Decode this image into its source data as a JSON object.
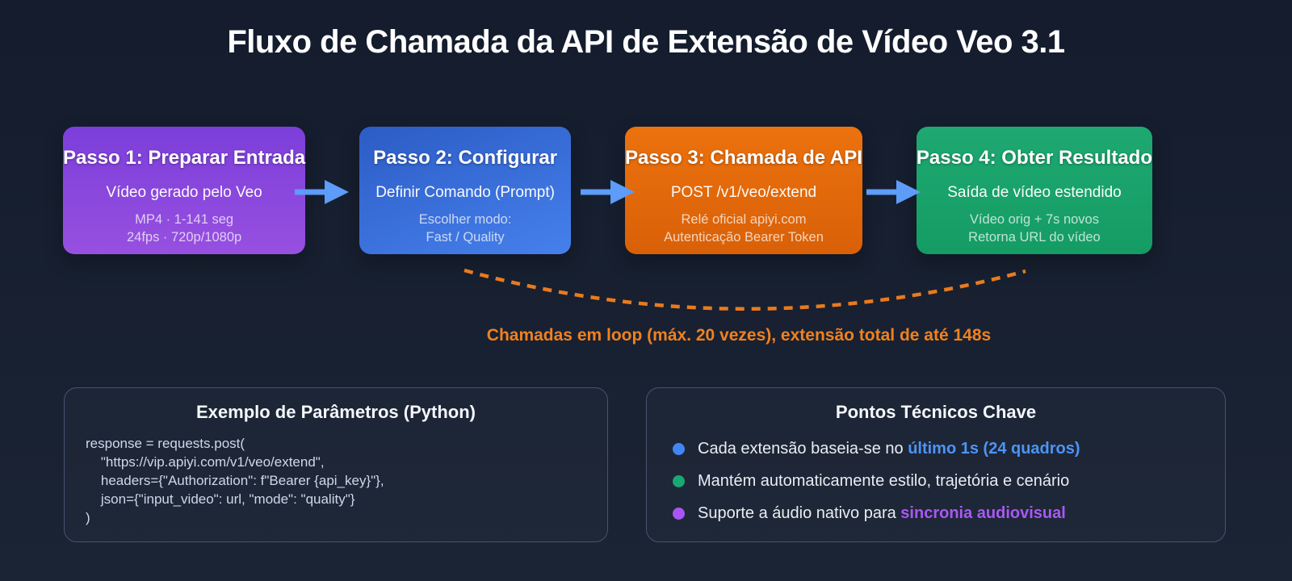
{
  "title": "Fluxo de Chamada da API de Extensão de Vídeo Veo 3.1",
  "flow": {
    "steps": [
      {
        "title": "Passo 1: Preparar Entrada",
        "subtitle": "Vídeo gerado pelo Veo",
        "details": [
          "MP4 · 1-141 seg",
          "24fps · 720p/1080p"
        ],
        "color": "#8b46db"
      },
      {
        "title": "Passo 2: Configurar",
        "subtitle": "Definir Comando (Prompt)",
        "details": [
          "Escolher modo:",
          "Fast / Quality"
        ],
        "color": "#3a6ed8"
      },
      {
        "title": "Passo 3: Chamada de API",
        "subtitle": "POST /v1/veo/extend",
        "details": [
          "Relé oficial apiyi.com",
          "Autenticação Bearer Token"
        ],
        "color": "#e36a0b"
      },
      {
        "title": "Passo 4: Obter Resultado",
        "subtitle": "Saída de vídeo estendido",
        "details": [
          "Vídeo orig + 7s novos",
          "Retorna URL do vídeo"
        ],
        "color": "#1aa26b"
      }
    ],
    "loop_label": "Chamadas em loop (máx. 20 vezes), extensão total de até 148s"
  },
  "code_panel": {
    "title": "Exemplo de Parâmetros (Python)",
    "code_lines": [
      "response = requests.post(",
      "    \"https://vip.apiyi.com/v1/veo/extend\",",
      "    headers={\"Authorization\": f\"Bearer {api_key}\"},",
      "    json={\"input_video\": url, \"mode\": \"quality\"}",
      ")"
    ]
  },
  "points_panel": {
    "title": "Pontos Técnicos Chave",
    "bullets": [
      {
        "prefix": "Cada extensão baseia-se no ",
        "highlight": "último 1s (24 quadros)",
        "dot_color": "#4285f5",
        "highlight_color": "#4d94f6"
      },
      {
        "prefix": "Mantém automaticamente estilo, trajetória e cenário",
        "highlight": "",
        "dot_color": "#17a873",
        "highlight_color": ""
      },
      {
        "prefix": "Suporte a áudio nativo para ",
        "highlight": "sincronia audiovisual",
        "dot_color": "#a855f7",
        "highlight_color": "#a958f5"
      }
    ]
  },
  "colors": {
    "background_top": "#141c2d",
    "background_bottom": "#1b2434",
    "arrow_blue": "#5d9cf8",
    "loop_orange": "#e87b1e",
    "loop_text": "#ef8120",
    "panel_border": "#46546f",
    "code_text": "#cdd8ea"
  }
}
